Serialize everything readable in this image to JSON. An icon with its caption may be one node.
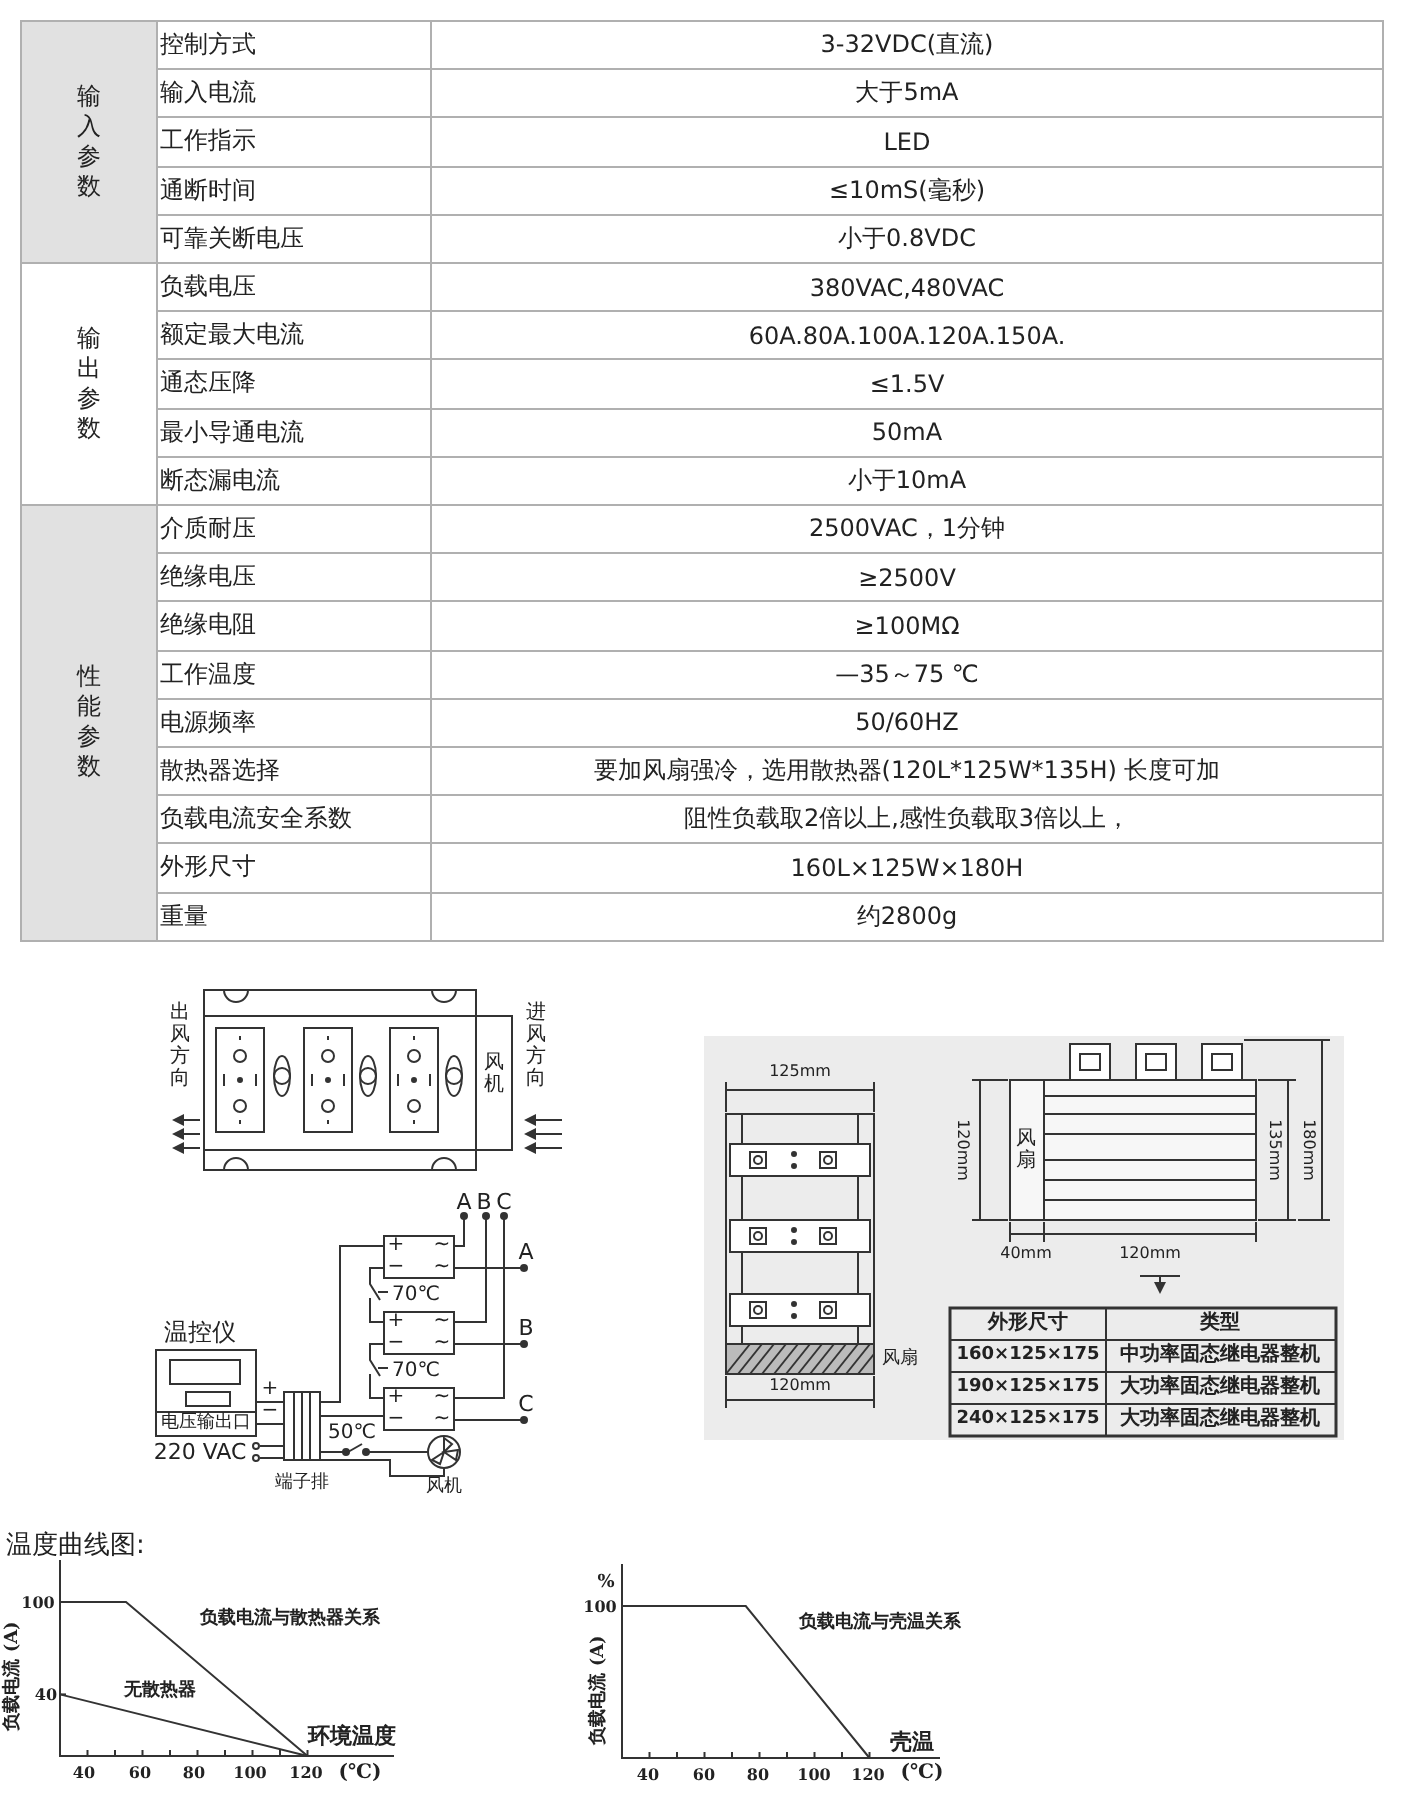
{
  "diagram": {
    "labels": [
      "输入参数",
      "控制方式",
      "3-32VDC(直流)",
      "输入电流",
      "大于5mA",
      "工作指示",
      "LED",
      "通断时间",
      "≤10mS(毫秒)",
      "可靠关断电压",
      "小于0.8VDC",
      "输出参数",
      "负载电压",
      "380VAC,480VAC",
      "额定最大电流",
      "60A.80A.100A.120A.150A.",
      "通态压降",
      "≤1.5V",
      "最小导通电流",
      "50mA",
      "断态漏电流",
      "小于10mA",
      "性能参数",
      "介质耐压",
      "2500VAC，1分钟",
      "绝缘电压",
      "≥2500V",
      "绝缘电阻",
      "≥100MΩ",
      "工作温度",
      "—35～75 ℃",
      "电源频率",
      "50/60HZ",
      "散热器选择",
      "要加风扇强冷，选用散热器(120L*125W*135H) 长度可加",
      "负载电流安全系数",
      "阻性负载取2倍以上,感性负载取3倍以上，",
      "外形尺寸",
      "160L×125W×180H",
      "重量",
      "约2800g",
      "出风方向",
      "风机",
      "进风方向",
      "A",
      "B",
      "C",
      "+",
      "~",
      "−",
      "~",
      "A",
      "70℃",
      "+",
      "~",
      "−",
      "~",
      "B",
      "70℃",
      "温控仪",
      "+",
      "~",
      "−",
      "~",
      "+",
      "C",
      "电压输出口",
      "−",
      "50℃",
      "220 VAC",
      "端子排",
      "风机",
      "125mm",
      "120mm",
      "风扇",
      "135mm",
      "180mm",
      "40mm",
      "120mm",
      "风扇",
      "120mm",
      "外形尺寸",
      "类型",
      "160×125×175",
      "中功率固态继电器整机",
      "190×125×175",
      "大功率固态继电器整机",
      "240×125×175",
      "大功率固态继电器整机",
      "温度曲线图:",
      "100",
      "负载电流与散热器关系",
      "负载电流 (A)",
      "40",
      "无散热器",
      "环境温度",
      "40",
      "60",
      "80",
      "100",
      "120",
      "(℃)",
      "%",
      "100",
      "负载电流与壳温关系",
      "负载电流 (A)",
      "壳温",
      "40",
      "60",
      "80",
      "100",
      "120",
      "(℃)"
    ]
  }
}
